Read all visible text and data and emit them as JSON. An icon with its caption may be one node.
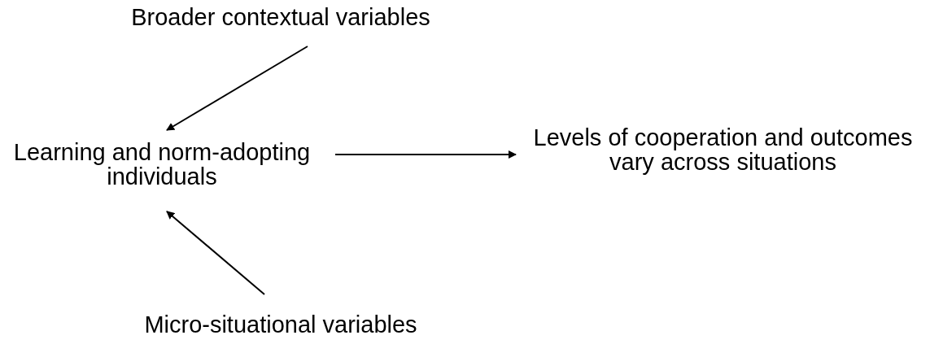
{
  "diagram": {
    "nodes": [
      {
        "text": [
          "Broader contextual variables"
        ]
      },
      {
        "text": [
          "Learning and norm-adopting individuals"
        ]
      },
      {
        "text": [
          "Levels of cooperation and outcomes vary across situations"
        ]
      },
      {
        "text": [
          "Micro-situational variables"
        ]
      }
    ],
    "edges": [
      {
        "from": 0,
        "to": 1,
        "arrow": "to"
      },
      {
        "from": 1,
        "to": 2,
        "arrow": "to"
      },
      {
        "from": 3,
        "to": 1,
        "arrow": "to"
      }
    ]
  }
}
